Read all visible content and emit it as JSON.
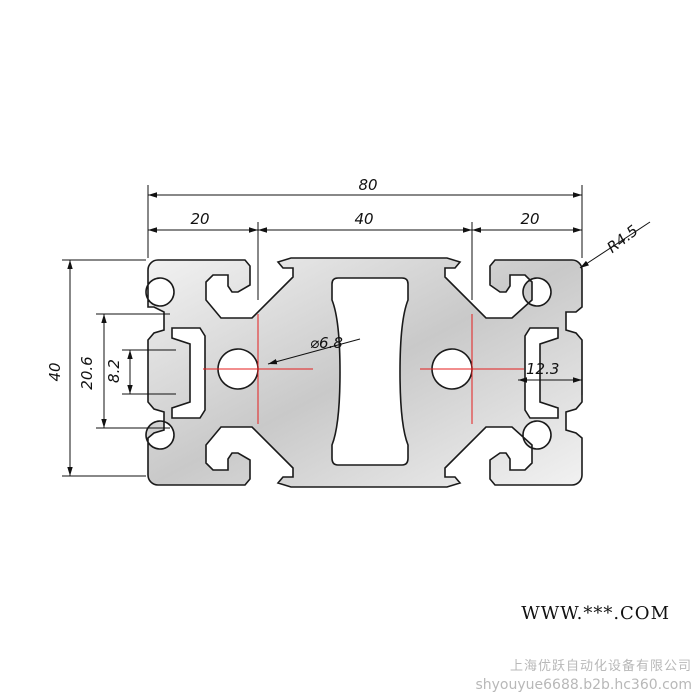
{
  "dimensions": {
    "overall_width": "80",
    "left_pitch": "20",
    "middle_pitch": "40",
    "right_pitch": "20",
    "corner_radius": "R4.5",
    "height": "40",
    "slot_outer": "20.6",
    "slot_opening": "8.2",
    "bore_diameter": "⌀6.8",
    "slot_depth": "12.3"
  },
  "colors": {
    "profile_light": "#f2f2f2",
    "profile_dark": "#c9c9c9",
    "outline": "#1a1a1a",
    "dimension_line": "#111111",
    "centerline": "#e41e1e"
  },
  "watermark": {
    "site": "WWW.***.COM",
    "company": "上海优跃自动化设备有限公司",
    "domain": "shyouyue6688.b2b.hc360.com"
  }
}
